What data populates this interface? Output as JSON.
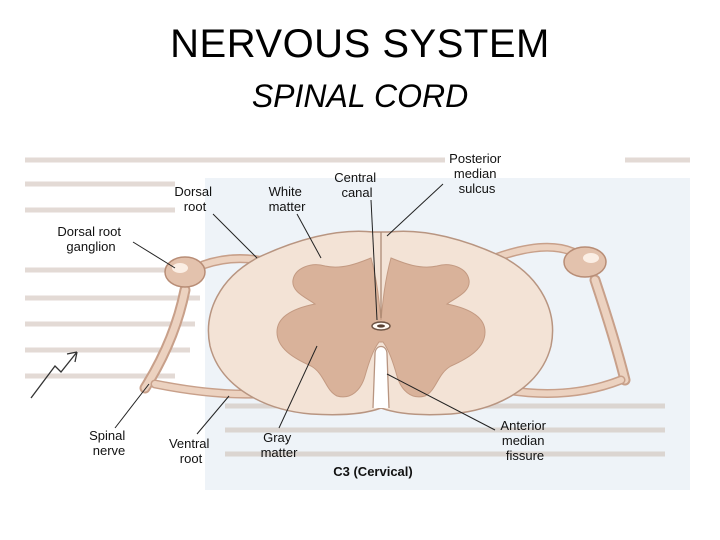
{
  "slide": {
    "title": "NERVOUS SYSTEM",
    "subtitle": "SPINAL CORD"
  },
  "diagram": {
    "caption": "C3 (Cervical)",
    "labels": {
      "dorsal_root": [
        "Dorsal",
        "root"
      ],
      "white_matter": [
        "White",
        "matter"
      ],
      "central_canal": [
        "Central",
        "canal"
      ],
      "posterior_median_sulcus": [
        "Posterior",
        "median",
        "sulcus"
      ],
      "dorsal_root_ganglion": [
        "Dorsal root",
        "ganglion"
      ],
      "spinal_nerve": [
        "Spinal",
        "nerve"
      ],
      "ventral_root": [
        "Ventral",
        "root"
      ],
      "gray_matter": [
        "Gray",
        "matter"
      ],
      "anterior_median_fissure": [
        "Anterior",
        "median",
        "fissure"
      ]
    },
    "colors": {
      "white_matter": "#f3e3d6",
      "gray_matter": "#d9b29a",
      "nerve": "#e6c7b2",
      "outline": "#8a6a58",
      "background_text": "#c9b6aa"
    }
  }
}
